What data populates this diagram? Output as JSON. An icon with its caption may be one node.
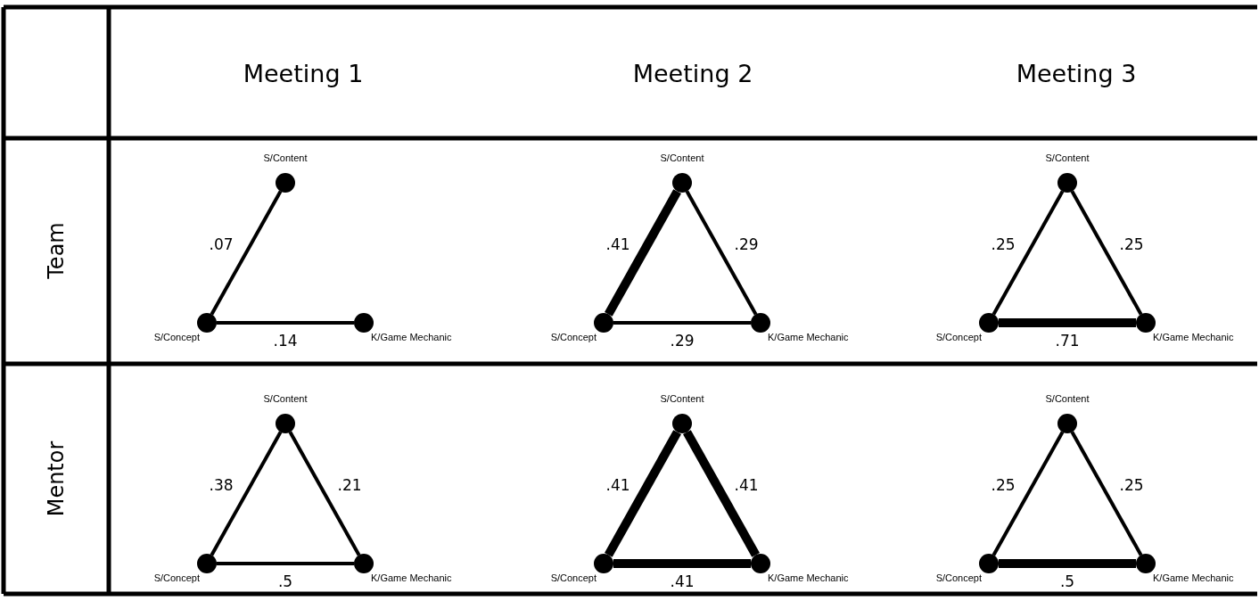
{
  "diagram": {
    "nodes": [
      {
        "text": [
          "S/Content"
        ]
      },
      {
        "text": [
          "S/Concept"
        ]
      },
      {
        "text": [
          "K/Game Mechanic"
        ]
      },
      {
        "text": [
          "S/Content"
        ]
      },
      {
        "text": [
          "S/Concept"
        ]
      },
      {
        "text": [
          "K/Game Mechanic"
        ]
      },
      {
        "text": [
          "S/Content"
        ]
      },
      {
        "text": [
          "S/Concept"
        ]
      },
      {
        "text": [
          "K/Game Mechanic"
        ]
      },
      {
        "text": [
          "S/Content"
        ]
      },
      {
        "text": [
          "S/Concept"
        ]
      },
      {
        "text": [
          "K/Game Mechanic"
        ]
      },
      {
        "text": [
          "S/Content"
        ]
      },
      {
        "text": [
          "S/Concept"
        ]
      },
      {
        "text": [
          "K/Game Mechanic"
        ]
      },
      {
        "text": [
          "S/Content"
        ]
      },
      {
        "text": [
          "S/Concept"
        ]
      },
      {
        "text": [
          "K/Game Mechanic"
        ]
      }
    ],
    "edges": [
      {
        "from": 0,
        "to": 1,
        "arrow": "none",
        "label": ".07"
      },
      {
        "from": 1,
        "to": 2,
        "arrow": "none",
        "label": ".14"
      },
      {
        "from": 3,
        "to": 4,
        "arrow": "none",
        "label": ".41",
        "style": "thick"
      },
      {
        "from": 3,
        "to": 5,
        "arrow": "none",
        "label": ".29"
      },
      {
        "from": 4,
        "to": 5,
        "arrow": "none",
        "label": ".29"
      },
      {
        "from": 6,
        "to": 7,
        "arrow": "none",
        "label": ".25"
      },
      {
        "from": 6,
        "to": 8,
        "arrow": "none",
        "label": ".25"
      },
      {
        "from": 7,
        "to": 8,
        "arrow": "none",
        "label": ".71",
        "style": "thick"
      },
      {
        "from": 9,
        "to": 10,
        "arrow": "none",
        "label": ".38"
      },
      {
        "from": 9,
        "to": 11,
        "arrow": "none",
        "label": ".21"
      },
      {
        "from": 10,
        "to": 11,
        "arrow": "none",
        "label": ".5"
      },
      {
        "from": 12,
        "to": 13,
        "arrow": "none",
        "label": ".41",
        "style": "thick"
      },
      {
        "from": 12,
        "to": 14,
        "arrow": "none",
        "label": ".41",
        "style": "thick"
      },
      {
        "from": 13,
        "to": 14,
        "arrow": "none",
        "label": ".41",
        "style": "thick"
      },
      {
        "from": 15,
        "to": 16,
        "arrow": "none",
        "label": ".25"
      },
      {
        "from": 15,
        "to": 17,
        "arrow": "none",
        "label": ".25"
      },
      {
        "from": 16,
        "to": 17,
        "arrow": "none",
        "label": ".5",
        "style": "thick"
      }
    ],
    "labels": [
      "Meeting 1",
      "Meeting 2",
      "Meeting 3",
      "Team",
      "Mentor"
    ]
  }
}
